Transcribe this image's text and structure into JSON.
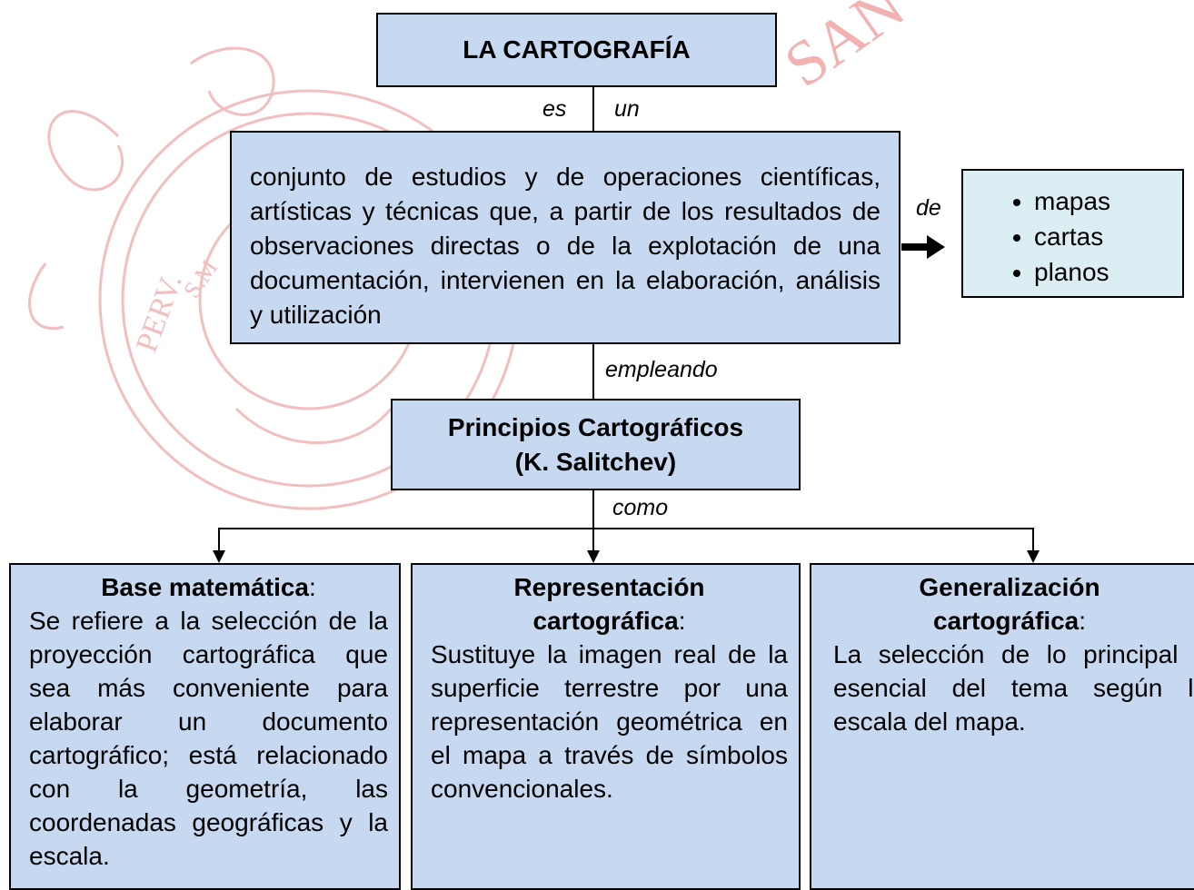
{
  "title": "LA CARTOGRAFÍA",
  "connectors": {
    "es": "es",
    "un": "un",
    "de": "de",
    "empleando": "empleando",
    "como": "como"
  },
  "definition": "conjunto de estudios y de operaciones científicas, artísticas y técnicas que, a partir de los resultados de observaciones directas o de la explotación de una documentación, intervienen en la elaboración, análisis y utilización",
  "products": [
    "mapas",
    "cartas",
    "planos"
  ],
  "principles": {
    "line1": "Principios Cartográficos",
    "line2": "(K. Salitchev)"
  },
  "branches": [
    {
      "heading": "Base matemática",
      "heading_line2": "",
      "colon": ":",
      "text": "Se refiere a la selección de la proyección cartográfica que sea más conveniente para elaborar un documento cartográfico; está relacionado con la geometría, las coordenadas geográficas y la escala."
    },
    {
      "heading": "Representación",
      "heading_line2": "cartográfica",
      "colon": ":",
      "text": "Sustituye la imagen real de la superficie terrestre por una representación geométrica en el mapa a través de símbolos convencionales."
    },
    {
      "heading": "Generalización",
      "heading_line2": "cartográfica",
      "colon": ":",
      "text": "La selección de lo principal y esencial del tema según la escala del mapa."
    }
  ],
  "watermark": {
    "seal_text": "S.M",
    "motto": "PERV.",
    "arc_text": "SAN",
    "color": "#e88a8a"
  },
  "colors": {
    "box_blue": "#c6d9f1",
    "box_light": "#dbeef4",
    "watermark": "#e88a8a"
  }
}
